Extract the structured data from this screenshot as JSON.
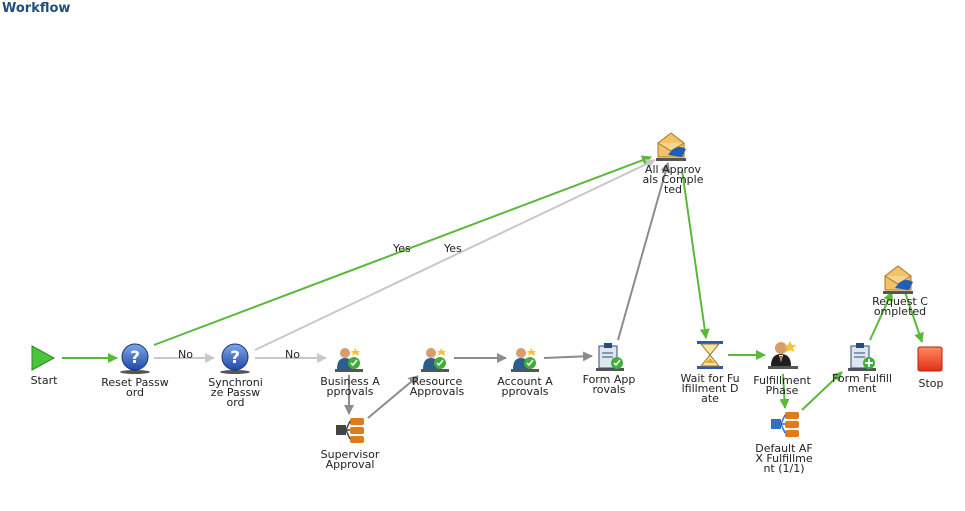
{
  "header": {
    "title": "Workflow"
  },
  "colors": {
    "green_edge": "#5ab93a",
    "gray_edge": "#8c8c8c",
    "light_edge": "#c8c8c8"
  },
  "nodes": {
    "start": {
      "label": "Start",
      "icon": "play-icon"
    },
    "reset_password": {
      "label": "Reset Password",
      "icon": "question-icon"
    },
    "sync_password": {
      "label": "Synchronize Password",
      "icon": "question-icon"
    },
    "business_approvals": {
      "label": "Business Approvals",
      "icon": "approver-icon"
    },
    "supervisor_approval": {
      "label": "Supervisor Approval",
      "icon": "subprocess-icon"
    },
    "resource_approvals": {
      "label": "Resource Approvals",
      "icon": "approver-icon"
    },
    "account_approvals": {
      "label": "Account Approvals",
      "icon": "approver-icon"
    },
    "form_approvals": {
      "label": "Form Approvals",
      "icon": "clipboard-check-icon"
    },
    "all_approvals_completed": {
      "label": "All Approvals Completed",
      "icon": "mail-icon"
    },
    "wait_fulfillment_date": {
      "label": "Wait for Fulfillment Date",
      "icon": "hourglass-icon"
    },
    "fulfillment_phase": {
      "label": "Fulfillment Phase",
      "icon": "fulfiller-icon"
    },
    "default_afx_fulfillment": {
      "label": "Default AFX Fulfillment (1/1)",
      "icon": "subprocess-icon"
    },
    "form_fulfillment": {
      "label": "Form Fulfillment",
      "icon": "clipboard-add-icon"
    },
    "request_completed": {
      "label": "Request Completed",
      "icon": "mail-icon"
    },
    "stop": {
      "label": "Stop",
      "icon": "stop-icon"
    }
  },
  "edge_labels": {
    "no_1": "No",
    "no_2": "No",
    "yes_1": "Yes",
    "yes_2": "Yes"
  }
}
